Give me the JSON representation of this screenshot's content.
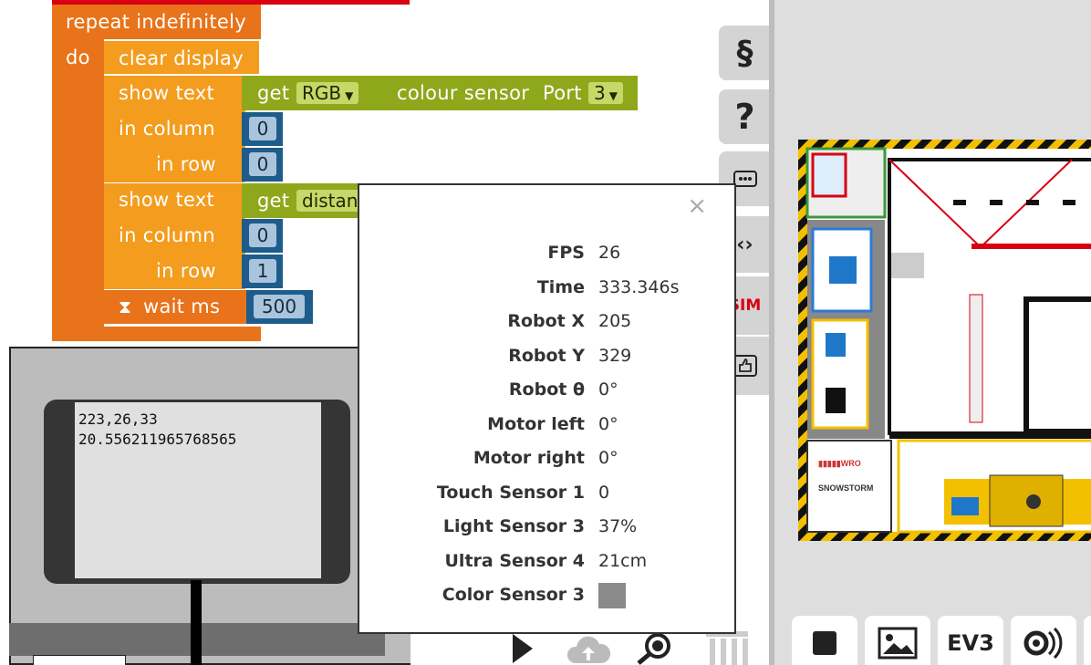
{
  "blocks": {
    "repeat_label": "repeat indefinitely",
    "do_label": "do",
    "clear_display": "clear display",
    "show_text_1": "show text",
    "get_1": "get",
    "rgb_option": "RGB",
    "colour_sensor": "colour sensor",
    "port_label": "Port",
    "port_value": "3",
    "in_column_1": "in column",
    "column_value_1": "0",
    "in_row_1": "in row",
    "row_value_1": "0",
    "show_text_2": "show text",
    "get_2": "get",
    "distance_option": "distan",
    "in_column_2": "in column",
    "column_value_2": "0",
    "in_row_2": "in row",
    "row_value_2": "1",
    "wait_label": "wait ms",
    "wait_value": "500"
  },
  "robot_display": {
    "line1": "223,26,33",
    "line2": "20.556211965768565"
  },
  "side_tools": {
    "code": "§",
    "help": "?",
    "sim": "SIM"
  },
  "popup": {
    "close": "×",
    "rows": [
      {
        "label": "FPS",
        "value": "26"
      },
      {
        "label": "Time",
        "value": "333.346s"
      },
      {
        "label": "Robot X",
        "value": "205"
      },
      {
        "label": "Robot Y",
        "value": "329"
      },
      {
        "label": "Robot θ",
        "value": "0°"
      },
      {
        "label": "Motor left",
        "value": "0°"
      },
      {
        "label": "Motor right",
        "value": "0°"
      },
      {
        "label": "Touch Sensor 1",
        "value": "0"
      },
      {
        "label": "Light Sensor 3",
        "value": "37%"
      },
      {
        "label": "Ultra Sensor 4",
        "value": "21cm"
      },
      {
        "label": "Color Sensor 3",
        "value": ""
      }
    ],
    "color_sensor_swatch": "#8a8a8a"
  },
  "scene": {
    "logo": "WRO",
    "title": "SNOWSTORM"
  },
  "bottom_controls": {
    "stop": "stop-icon",
    "image": "image-icon",
    "ev3": "EV3",
    "sensor": "sensor-icon"
  },
  "colors": {
    "repeat_block": "#e8731a",
    "display_block": "#f39c1e",
    "sensor_block": "#8fa71a",
    "number_block": "#1e5c8c",
    "sim_red": "#d80012"
  }
}
